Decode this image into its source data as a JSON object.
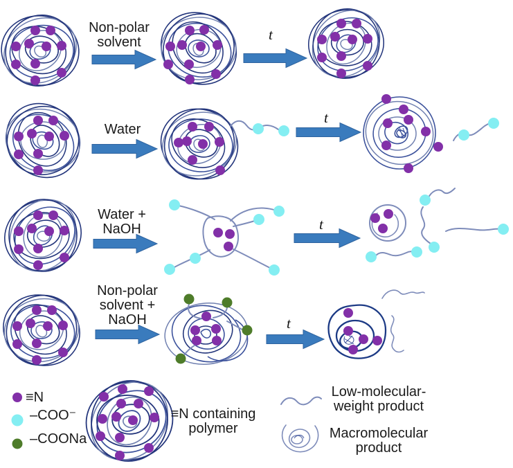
{
  "colors": {
    "purple": "#8230a8",
    "cyan": "#84eef2",
    "green": "#4e7c2a",
    "arrow_blue": "#3a7bbd",
    "coil_dark": "#24367c",
    "coil_mid": "#3c529c",
    "coil_light": "#7080b0",
    "coil_darkest": "#1c3a85",
    "chain": "#7e8cba"
  },
  "rows": [
    {
      "condition": "Non-polar\nsolvent",
      "time_label": "t"
    },
    {
      "condition": "Water",
      "time_label": "t"
    },
    {
      "condition": "Water +\nNaOH",
      "time_label": "t"
    },
    {
      "condition": "Non-polar\nsolvent +\nNaOH",
      "time_label": "t"
    }
  ],
  "legend": {
    "nitrile": "≡N",
    "carboxylate": "–COO⁻",
    "sodium_carboxylate": "–COONa",
    "polymer": "≡N containing\npolymer",
    "low_mw": "Low-molecular-\nweight product",
    "macro": "Macromolecular\nproduct"
  }
}
